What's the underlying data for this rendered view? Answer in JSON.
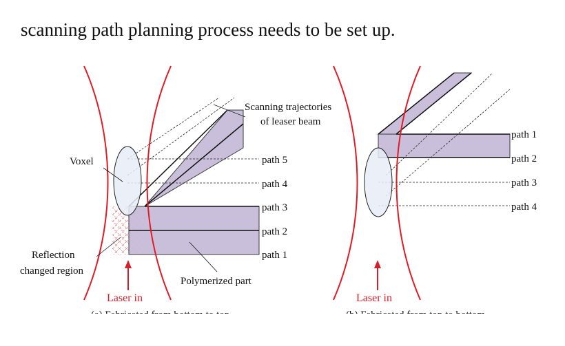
{
  "heading_text": "scanning path planning process needs to be set up.",
  "left": {
    "voxel_label": "Voxel",
    "trajectories_line1": "Scanning trajectories",
    "trajectories_line2": "of leaser beam",
    "reflection_line1": "Reflection",
    "reflection_line2": "changed region",
    "polymerized_label": "Polymerized part",
    "laser_label": "Laser in",
    "paths": [
      "path 5",
      "path 4",
      "path 3",
      "path 2",
      "path 1"
    ],
    "caption": "(a) Fabricated from bottom to top"
  },
  "right": {
    "laser_label": "Laser in",
    "paths": [
      "path 1",
      "path 2",
      "path 3",
      "path 4"
    ],
    "caption": "(b) Fabricated from top to bottom"
  },
  "colors": {
    "lens": "#e01b24",
    "polymer_fill": "#c7bcd8",
    "polymer_stroke": "#6b5b85",
    "voxel_fill": "#e8ecf7",
    "hatch": "#e0303a"
  }
}
